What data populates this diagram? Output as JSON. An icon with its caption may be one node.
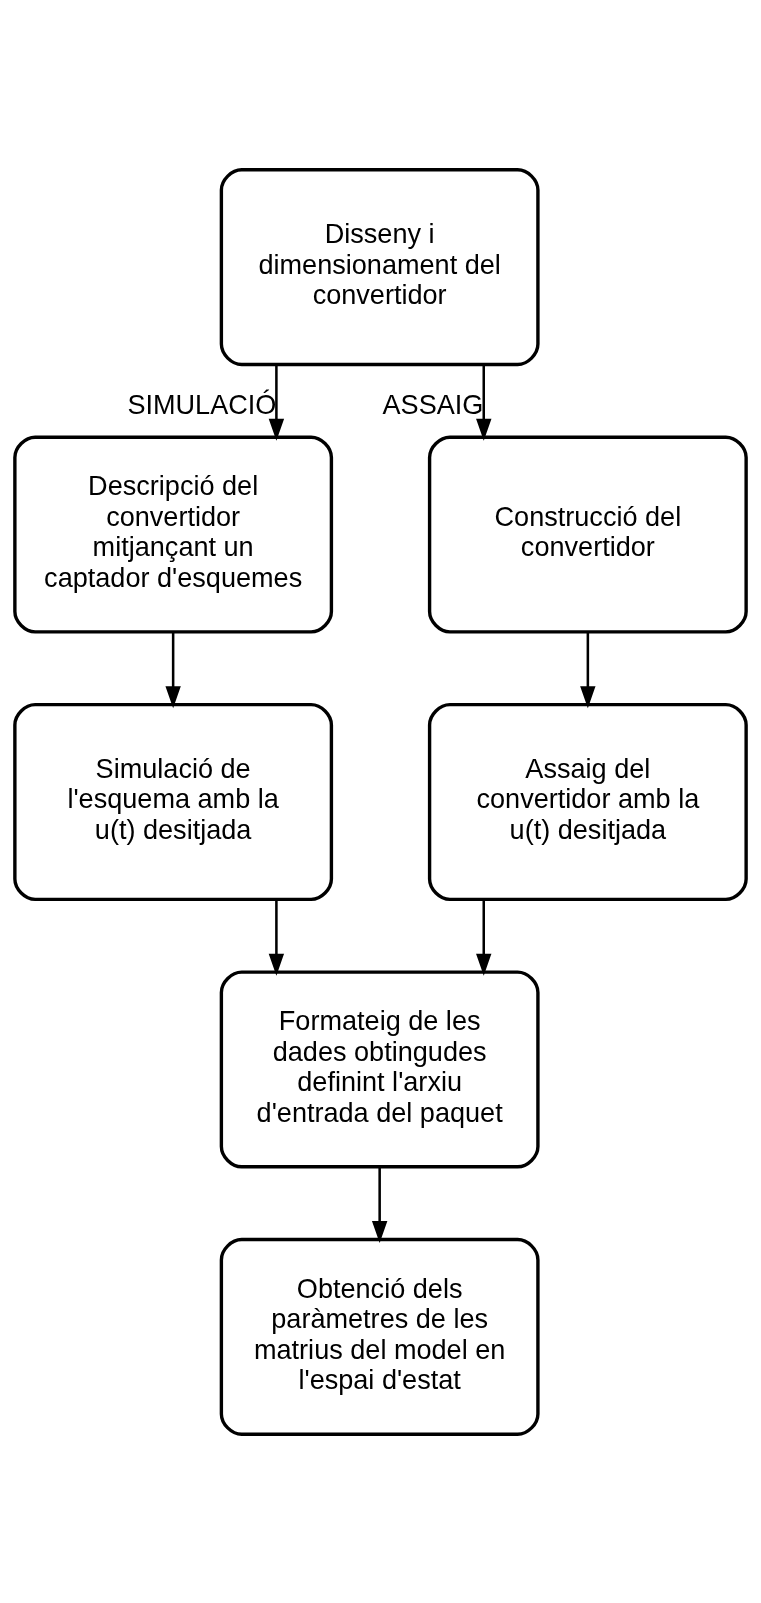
{
  "diagram": {
    "nodes": [
      {
        "text": [
          "Disseny i dimensionament del convertidor"
        ]
      },
      {
        "text": [
          "Descripció del convertidor mitjançant un captador d'esquemes"
        ]
      },
      {
        "text": [
          "Construcció del convertidor"
        ]
      },
      {
        "text": [
          "Simulació de l'esquema amb la u(t) desitjada"
        ]
      },
      {
        "text": [
          "Assaig del convertidor amb la u(t) desitjada"
        ]
      },
      {
        "text": [
          "Formateig de les dades obtingudes definint l'arxiu d'entrada del paquet"
        ]
      },
      {
        "text": [
          "Obtenció dels paràmetres de les matrius del model en l'espai d'estat"
        ]
      }
    ],
    "edges": [
      {
        "from": 0,
        "to": 1,
        "arrow": "to",
        "label": "SIMULACIÓ"
      },
      {
        "from": 0,
        "to": 2,
        "arrow": "to",
        "label": "ASSAIG"
      },
      {
        "from": 1,
        "to": 3,
        "arrow": "to"
      },
      {
        "from": 2,
        "to": 4,
        "arrow": "to"
      },
      {
        "from": 3,
        "to": 5,
        "arrow": "to"
      },
      {
        "from": 4,
        "to": 5,
        "arrow": "to"
      },
      {
        "from": 5,
        "to": 6,
        "arrow": "to"
      }
    ]
  }
}
